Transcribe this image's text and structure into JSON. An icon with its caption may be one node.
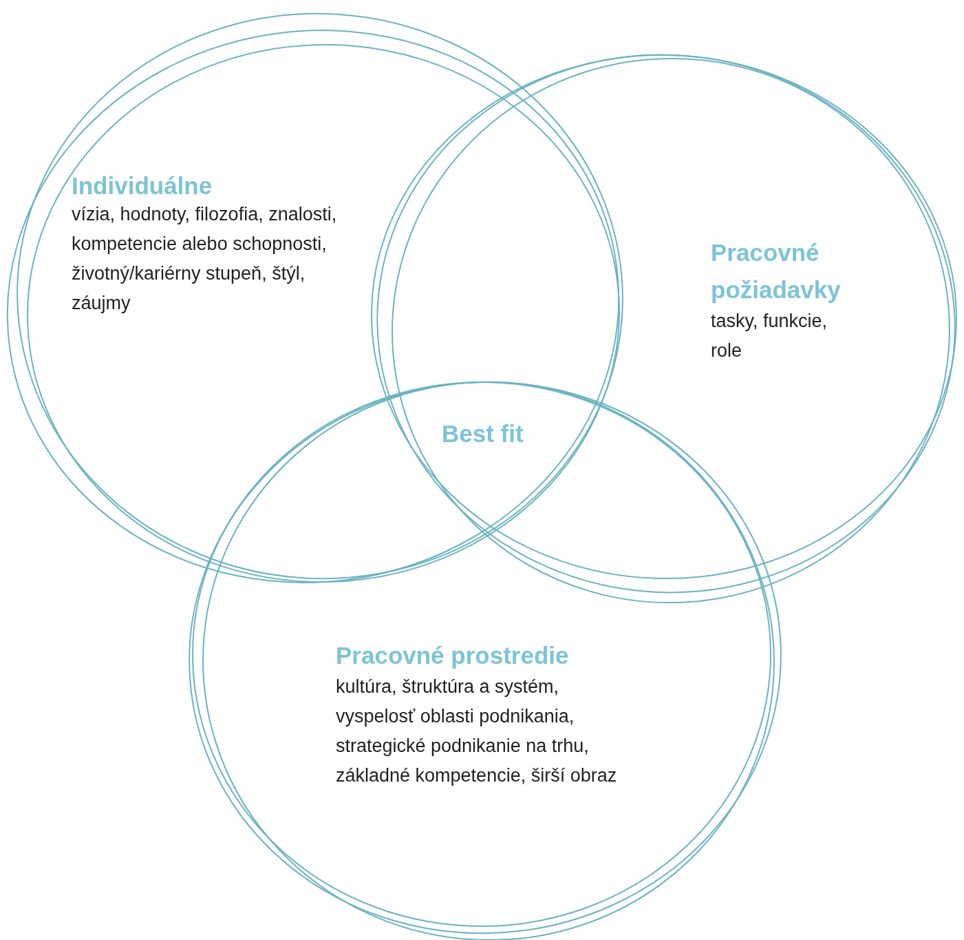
{
  "diagram": {
    "nodes": [
      {
        "text": [
          "Individuálne",
          "vízia, hodnoty, filozofia, znalosti, kompetencie alebo schopnosti, životný/kariérny stupeň, štýl, záujmy"
        ]
      },
      {
        "text": [
          "Pracovné požiadavky",
          "tasky, funkcie, role"
        ]
      },
      {
        "text": [
          "Pracovné prostredie",
          "kultúra, štruktúra a systém, vyspelosť oblasti podnikania, strategické podnikanie na trhu, základné kompetencie, širší obraz"
        ]
      }
    ],
    "labels": [
      "Best fit"
    ]
  }
}
